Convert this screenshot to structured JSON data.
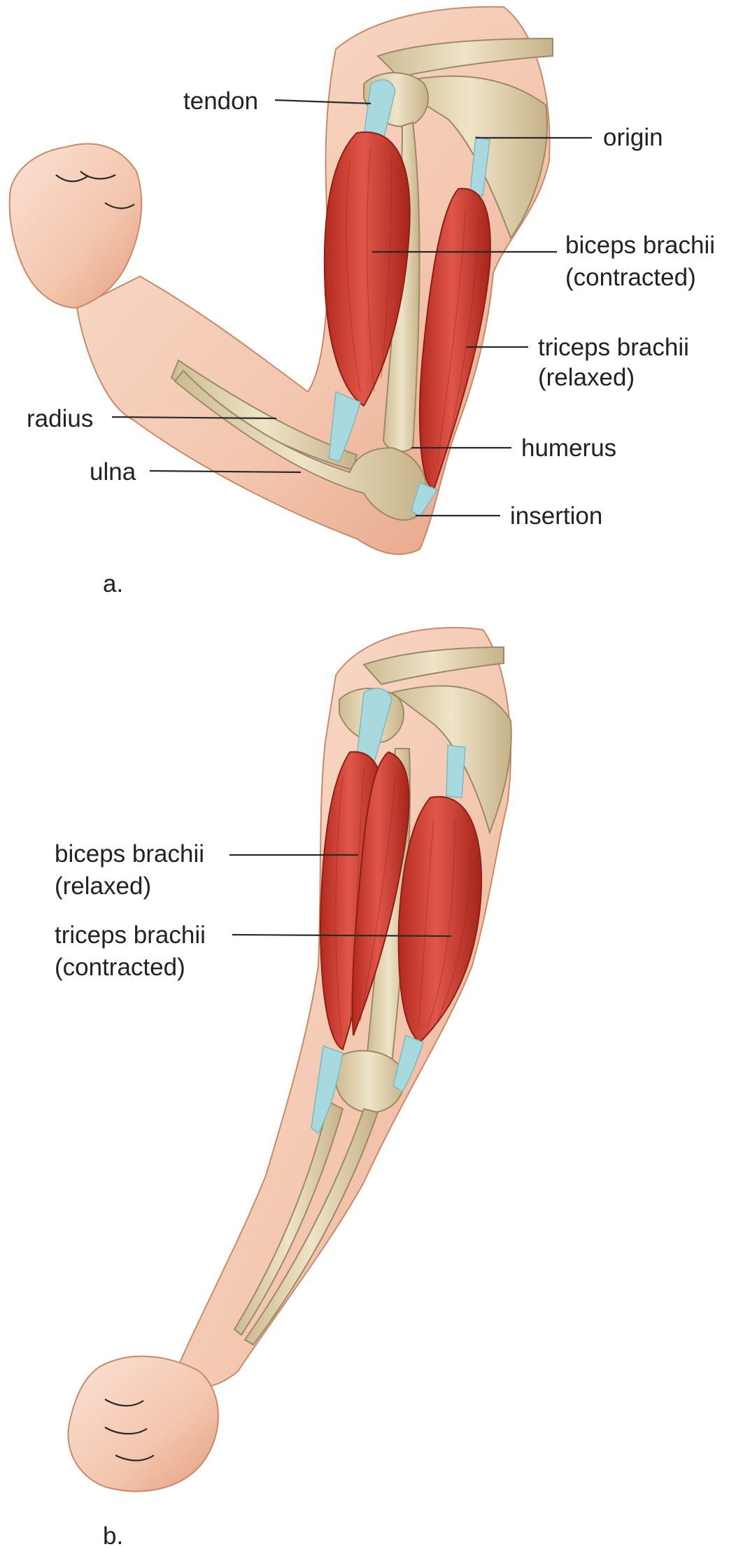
{
  "panels": [
    {
      "id": "a",
      "panel_label": "a.",
      "labels": [
        {
          "key": "tendon",
          "text": [
            "tendon"
          ]
        },
        {
          "key": "origin",
          "text": [
            "origin"
          ]
        },
        {
          "key": "biceps",
          "text": [
            "biceps brachii",
            "(contracted)"
          ]
        },
        {
          "key": "triceps",
          "text": [
            "triceps brachii",
            "(relaxed)"
          ]
        },
        {
          "key": "radius",
          "text": [
            "radius"
          ]
        },
        {
          "key": "humerus",
          "text": [
            "humerus"
          ]
        },
        {
          "key": "ulna",
          "text": [
            "ulna"
          ]
        },
        {
          "key": "insertion",
          "text": [
            "insertion"
          ]
        }
      ]
    },
    {
      "id": "b",
      "panel_label": "b.",
      "labels": [
        {
          "key": "biceps",
          "text": [
            "biceps brachii",
            "(relaxed)"
          ]
        },
        {
          "key": "triceps",
          "text": [
            "triceps brachii",
            "(contracted)"
          ]
        }
      ]
    }
  ],
  "colors": {
    "muscle": "#c8382a",
    "tendon": "#a8d9df",
    "bone": "#e4d6b4",
    "skin": "#f3c9b2"
  }
}
